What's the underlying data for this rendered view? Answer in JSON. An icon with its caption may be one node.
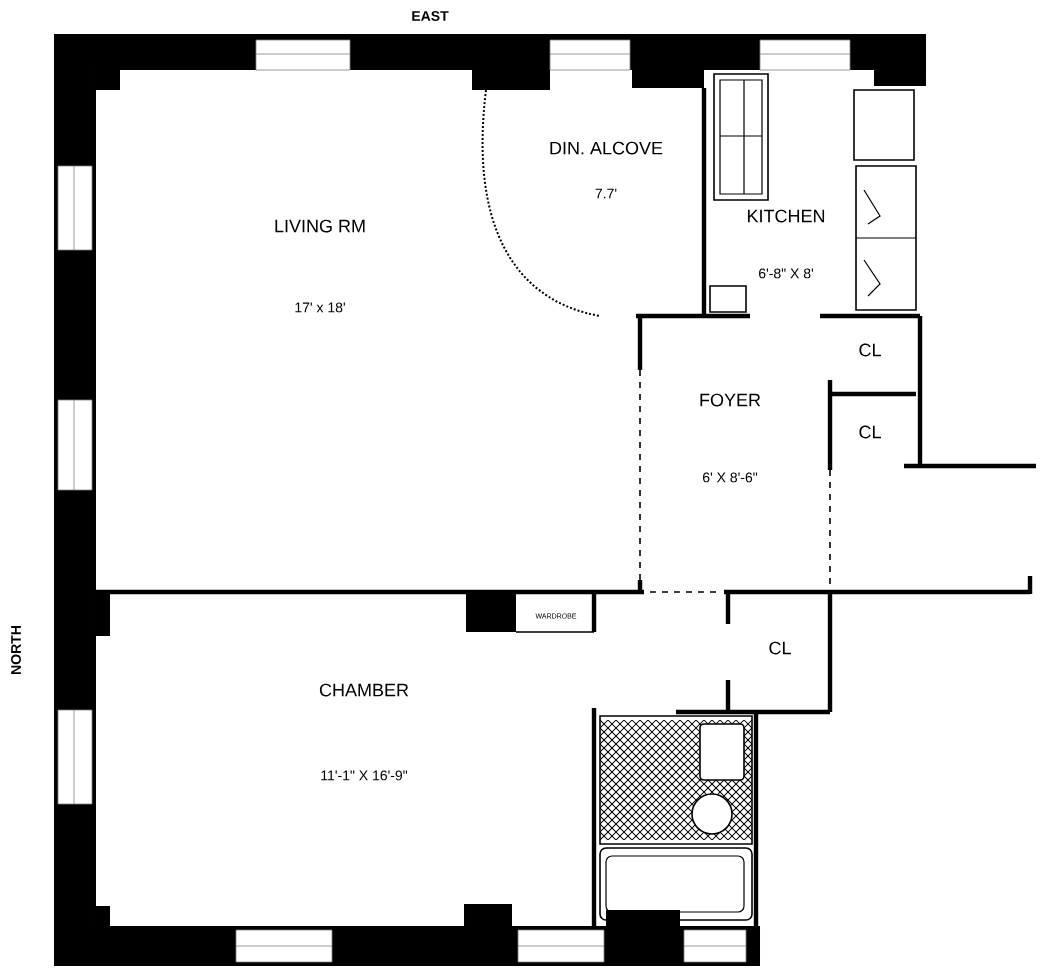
{
  "diagram": {
    "nodes": [
      {
        "text": [
          "LIVING RM",
          "17' x 18'"
        ]
      },
      {
        "text": [
          "DIN. ALCOVE",
          "7.7'"
        ]
      },
      {
        "text": [
          "KITCHEN",
          "6'-8\" X 8'"
        ]
      },
      {
        "text": [
          "CL"
        ]
      },
      {
        "text": [
          "FOYER",
          "6' X 8'-6\""
        ]
      },
      {
        "text": [
          "CL"
        ]
      },
      {
        "text": [
          "CL"
        ]
      },
      {
        "text": [
          "CHAMBER",
          "11'-1\" X 16'-9\""
        ]
      }
    ],
    "labels": [
      "EAST",
      "NORTH",
      "WARDROBE"
    ]
  }
}
